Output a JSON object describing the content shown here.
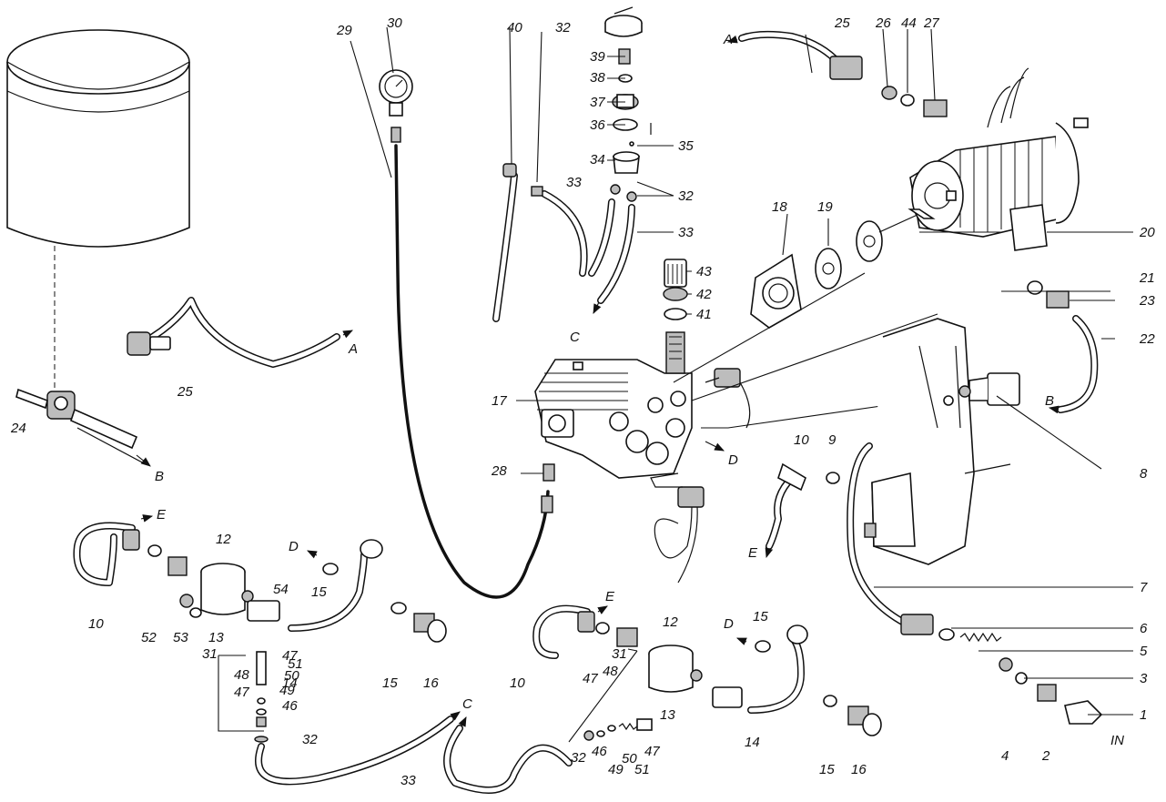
{
  "diagram": {
    "parts": [
      {
        "id": "p1",
        "label": "1"
      },
      {
        "id": "p2",
        "label": "2"
      },
      {
        "id": "p3",
        "label": "3"
      },
      {
        "id": "p4",
        "label": "4"
      },
      {
        "id": "p5",
        "label": "5"
      },
      {
        "id": "p6",
        "label": "6"
      },
      {
        "id": "p7",
        "label": "7"
      },
      {
        "id": "p8",
        "label": "8"
      },
      {
        "id": "p9",
        "label": "9"
      },
      {
        "id": "p10a",
        "label": "10"
      },
      {
        "id": "p10b",
        "label": "10"
      },
      {
        "id": "p10c",
        "label": "10"
      },
      {
        "id": "p12a",
        "label": "12"
      },
      {
        "id": "p12b",
        "label": "12"
      },
      {
        "id": "p13a",
        "label": "13"
      },
      {
        "id": "p13b",
        "label": "13"
      },
      {
        "id": "p14a",
        "label": "14"
      },
      {
        "id": "p14b",
        "label": "14"
      },
      {
        "id": "p15a",
        "label": "15"
      },
      {
        "id": "p15b",
        "label": "15"
      },
      {
        "id": "p15c",
        "label": "15"
      },
      {
        "id": "p15d",
        "label": "15"
      },
      {
        "id": "p16a",
        "label": "16"
      },
      {
        "id": "p16b",
        "label": "16"
      },
      {
        "id": "p17",
        "label": "17"
      },
      {
        "id": "p18",
        "label": "18"
      },
      {
        "id": "p19",
        "label": "19"
      },
      {
        "id": "p20",
        "label": "20"
      },
      {
        "id": "p21",
        "label": "21"
      },
      {
        "id": "p22",
        "label": "22"
      },
      {
        "id": "p23",
        "label": "23"
      },
      {
        "id": "p24",
        "label": "24"
      },
      {
        "id": "p25a",
        "label": "25"
      },
      {
        "id": "p25b",
        "label": "25"
      },
      {
        "id": "p26",
        "label": "26"
      },
      {
        "id": "p27",
        "label": "27"
      },
      {
        "id": "p28",
        "label": "28"
      },
      {
        "id": "p29",
        "label": "29"
      },
      {
        "id": "p30",
        "label": "30"
      },
      {
        "id": "p31a",
        "label": "31"
      },
      {
        "id": "p31b",
        "label": "31"
      },
      {
        "id": "p32a",
        "label": "32"
      },
      {
        "id": "p32b",
        "label": "32"
      },
      {
        "id": "p32c",
        "label": "32"
      },
      {
        "id": "p32d",
        "label": "32"
      },
      {
        "id": "p33a",
        "label": "33"
      },
      {
        "id": "p33b",
        "label": "33"
      },
      {
        "id": "p33c",
        "label": "33"
      },
      {
        "id": "p34",
        "label": "34"
      },
      {
        "id": "p35",
        "label": "35"
      },
      {
        "id": "p36",
        "label": "36"
      },
      {
        "id": "p37",
        "label": "37"
      },
      {
        "id": "p38",
        "label": "38"
      },
      {
        "id": "p39",
        "label": "39"
      },
      {
        "id": "p40",
        "label": "40"
      },
      {
        "id": "p41",
        "label": "41"
      },
      {
        "id": "p42",
        "label": "42"
      },
      {
        "id": "p43",
        "label": "43"
      },
      {
        "id": "p44",
        "label": "44"
      },
      {
        "id": "p46a",
        "label": "46"
      },
      {
        "id": "p46b",
        "label": "46"
      },
      {
        "id": "p47a",
        "label": "47"
      },
      {
        "id": "p47b",
        "label": "47"
      },
      {
        "id": "p47c",
        "label": "47"
      },
      {
        "id": "p47d",
        "label": "47"
      },
      {
        "id": "p48a",
        "label": "48"
      },
      {
        "id": "p48b",
        "label": "48"
      },
      {
        "id": "p49a",
        "label": "49"
      },
      {
        "id": "p49b",
        "label": "49"
      },
      {
        "id": "p50a",
        "label": "50"
      },
      {
        "id": "p50b",
        "label": "50"
      },
      {
        "id": "p51a",
        "label": "51"
      },
      {
        "id": "p51b",
        "label": "51"
      },
      {
        "id": "p52",
        "label": "52"
      },
      {
        "id": "p53",
        "label": "53"
      },
      {
        "id": "p54",
        "label": "54"
      }
    ],
    "connectors": [
      {
        "id": "cA1",
        "label": "A"
      },
      {
        "id": "cA2",
        "label": "A"
      },
      {
        "id": "cB1",
        "label": "B"
      },
      {
        "id": "cB2",
        "label": "B"
      },
      {
        "id": "cC1",
        "label": "C"
      },
      {
        "id": "cC2",
        "label": "C"
      },
      {
        "id": "cD1",
        "label": "D"
      },
      {
        "id": "cD2",
        "label": "D"
      },
      {
        "id": "cD3",
        "label": "D"
      },
      {
        "id": "cE1",
        "label": "E"
      },
      {
        "id": "cE2",
        "label": "E"
      },
      {
        "id": "cE3",
        "label": "E"
      },
      {
        "id": "cIN",
        "label": "IN"
      }
    ]
  }
}
